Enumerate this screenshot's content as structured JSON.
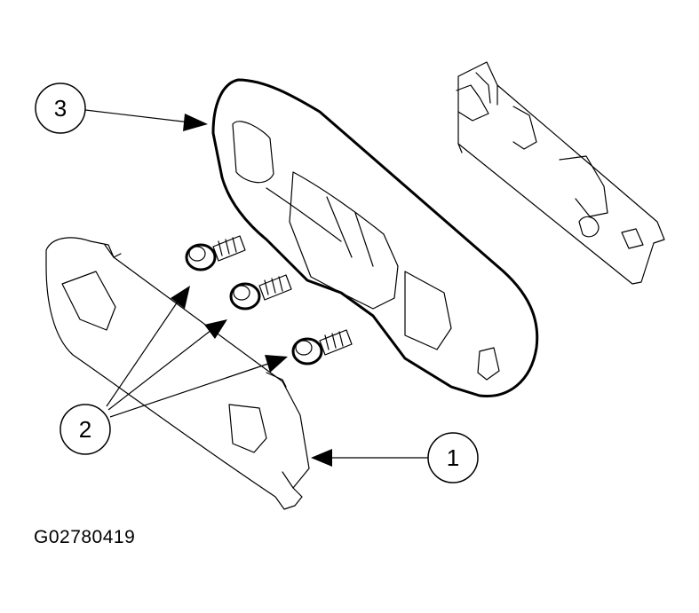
{
  "callouts": [
    {
      "id": "1",
      "label": "1"
    },
    {
      "id": "2",
      "label": "2"
    },
    {
      "id": "3",
      "label": "3"
    }
  ],
  "figure_id": "G02780419",
  "colors": {
    "ink": "#000000",
    "paper": "#ffffff"
  }
}
